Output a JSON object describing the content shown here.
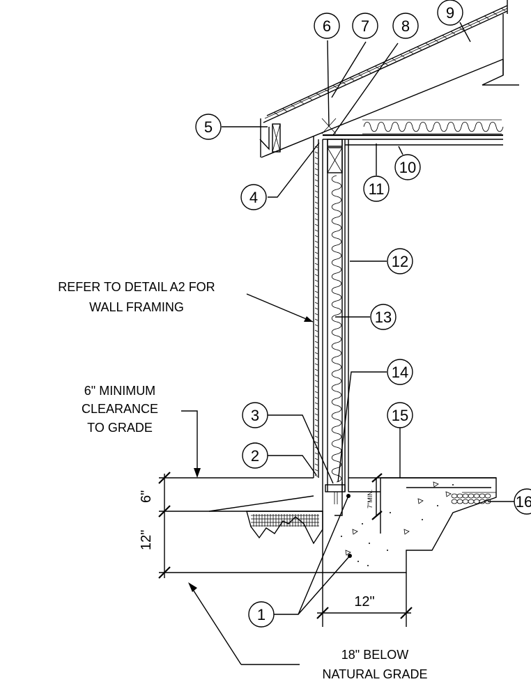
{
  "callouts": {
    "c1": "1",
    "c2": "2",
    "c3": "3",
    "c4": "4",
    "c5": "5",
    "c6": "6",
    "c7": "7",
    "c8": "8",
    "c9": "9",
    "c10": "10",
    "c11": "11",
    "c12": "12",
    "c13": "13",
    "c14": "14",
    "c15": "15",
    "c16": "16"
  },
  "notes": {
    "refer_line1": "REFER TO DETAIL A2 FOR",
    "refer_line2": "WALL FRAMING",
    "clear_line1": "6\" MINIMUM",
    "clear_line2": "CLEARANCE",
    "clear_line3": "TO GRADE",
    "below_line1": "18\" BELOW",
    "below_line2": "NATURAL GRADE"
  },
  "dimensions": {
    "six_inch": "6\"",
    "twelve_vertical": "12\"",
    "twelve_horizontal": "12\"",
    "seven_min": "7\"MIN."
  }
}
